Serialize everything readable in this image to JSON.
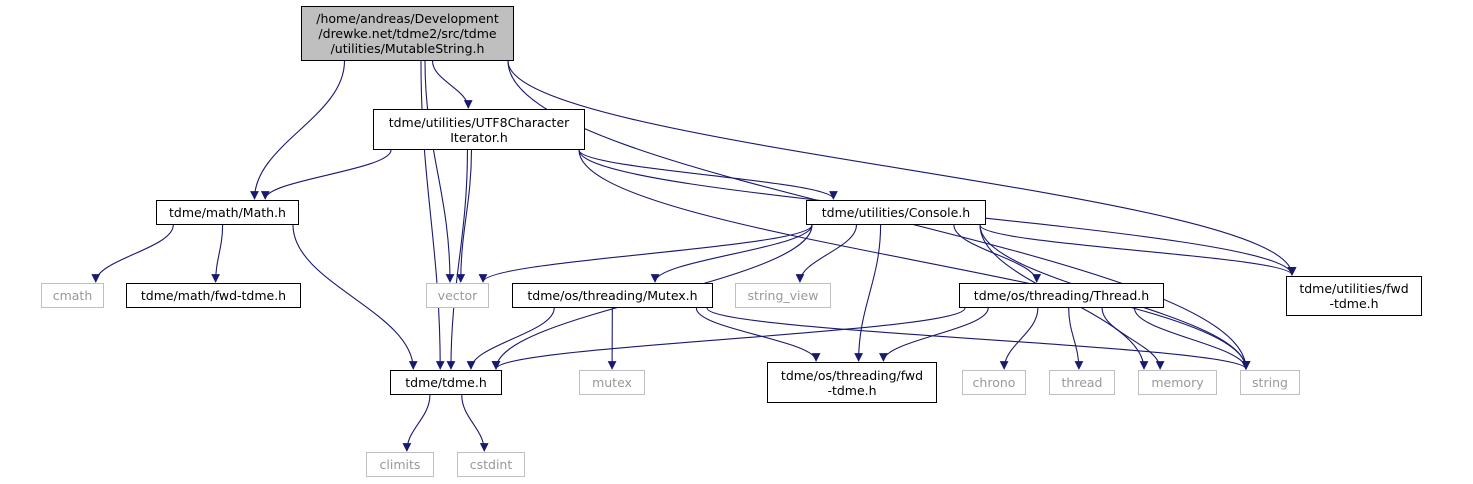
{
  "diagram": {
    "type": "include-dependency-graph",
    "colors": {
      "edge": "#191970",
      "root_fill": "#bfbfbf",
      "system_border": "#bfbfbf",
      "system_text": "#999999",
      "node_border": "#000000"
    },
    "nodes": [
      {
        "id": "root",
        "label": "/home/andreas/Development\n/drewke.net/tdme2/src/tdme\n/utilities/MutableString.h",
        "kind": "root"
      },
      {
        "id": "utf8",
        "label": "tdme/utilities/UTF8Character\nIterator.h",
        "kind": "local"
      },
      {
        "id": "math",
        "label": "tdme/math/Math.h",
        "kind": "local"
      },
      {
        "id": "console",
        "label": "tdme/utilities/Console.h",
        "kind": "local"
      },
      {
        "id": "cmath",
        "label": "cmath",
        "kind": "system"
      },
      {
        "id": "mathfwd",
        "label": "tdme/math/fwd-tdme.h",
        "kind": "local"
      },
      {
        "id": "vector",
        "label": "vector",
        "kind": "system"
      },
      {
        "id": "mutexh",
        "label": "tdme/os/threading/Mutex.h",
        "kind": "local"
      },
      {
        "id": "stringview",
        "label": "string_view",
        "kind": "system"
      },
      {
        "id": "threadh",
        "label": "tdme/os/threading/Thread.h",
        "kind": "local"
      },
      {
        "id": "utilfwd",
        "label": "tdme/utilities/fwd\n-tdme.h",
        "kind": "local"
      },
      {
        "id": "tdmeh",
        "label": "tdme/tdme.h",
        "kind": "local"
      },
      {
        "id": "mutex",
        "label": "mutex",
        "kind": "system"
      },
      {
        "id": "threadfwd",
        "label": "tdme/os/threading/fwd\n-tdme.h",
        "kind": "local"
      },
      {
        "id": "chrono",
        "label": "chrono",
        "kind": "system"
      },
      {
        "id": "thread",
        "label": "thread",
        "kind": "system"
      },
      {
        "id": "memory",
        "label": "memory",
        "kind": "system"
      },
      {
        "id": "string",
        "label": "string",
        "kind": "system"
      },
      {
        "id": "climits",
        "label": "climits",
        "kind": "system"
      },
      {
        "id": "cstdint",
        "label": "cstdint",
        "kind": "system"
      }
    ],
    "edges": [
      [
        "root",
        "utf8"
      ],
      [
        "root",
        "math"
      ],
      [
        "root",
        "vector"
      ],
      [
        "root",
        "tdmeh"
      ],
      [
        "root",
        "utilfwd"
      ],
      [
        "root",
        "string"
      ],
      [
        "utf8",
        "math"
      ],
      [
        "utf8",
        "console"
      ],
      [
        "utf8",
        "vector"
      ],
      [
        "utf8",
        "tdmeh"
      ],
      [
        "utf8",
        "utilfwd"
      ],
      [
        "utf8",
        "string"
      ],
      [
        "math",
        "cmath"
      ],
      [
        "math",
        "mathfwd"
      ],
      [
        "math",
        "tdmeh"
      ],
      [
        "console",
        "vector"
      ],
      [
        "console",
        "mutexh"
      ],
      [
        "console",
        "stringview"
      ],
      [
        "console",
        "threadh"
      ],
      [
        "console",
        "utilfwd"
      ],
      [
        "console",
        "tdmeh"
      ],
      [
        "console",
        "threadfwd"
      ],
      [
        "console",
        "memory"
      ],
      [
        "console",
        "string"
      ],
      [
        "mutexh",
        "tdmeh"
      ],
      [
        "mutexh",
        "mutex"
      ],
      [
        "mutexh",
        "threadfwd"
      ],
      [
        "mutexh",
        "string"
      ],
      [
        "threadh",
        "tdmeh"
      ],
      [
        "threadh",
        "threadfwd"
      ],
      [
        "threadh",
        "chrono"
      ],
      [
        "threadh",
        "thread"
      ],
      [
        "threadh",
        "memory"
      ],
      [
        "threadh",
        "string"
      ],
      [
        "tdmeh",
        "climits"
      ],
      [
        "tdmeh",
        "cstdint"
      ]
    ]
  }
}
